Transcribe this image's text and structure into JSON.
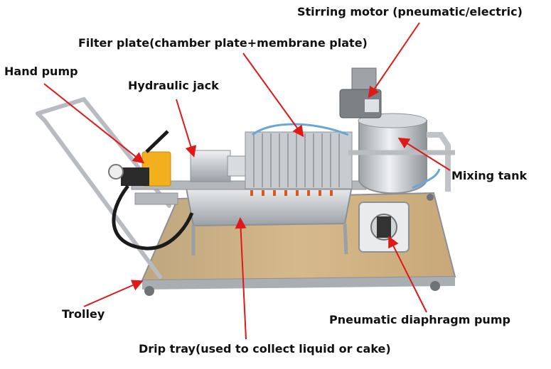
{
  "labels": {
    "stirring_motor": "Stirring motor (pneumatic/electric)",
    "filter_plate": "Filter plate(chamber plate+membrane plate)",
    "hand_pump": "Hand pump",
    "hydraulic_jack": "Hydraulic jack",
    "mixing_tank": "Mixing tank",
    "trolley": "Trolley",
    "diaphragm_pump": "Pneumatic diaphragm pump",
    "drip_tray": "Drip tray(used to collect liquid or cake)"
  },
  "colors": {
    "arrow": "#e01818",
    "label_text": "#111111",
    "steel": "#c9ccd0",
    "steel_dark": "#8d9196",
    "pump_yellow": "#f2b01e",
    "hose_black": "#1b1b1b",
    "floor": "#c7a57a"
  }
}
